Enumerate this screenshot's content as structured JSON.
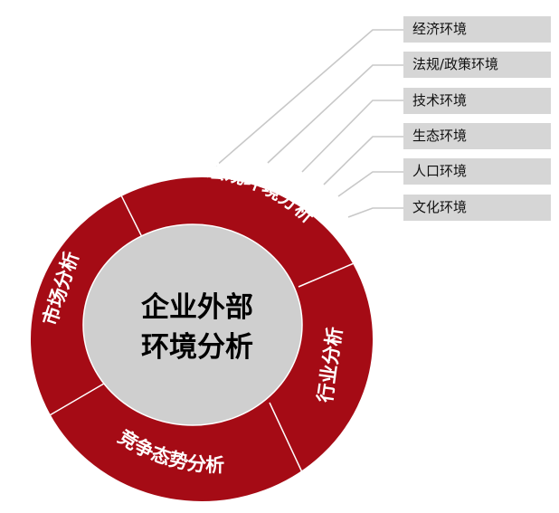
{
  "center": {
    "line1": "企业外部",
    "line2": "环境分析"
  },
  "segments": [
    "宏观环境分析",
    "行业分析",
    "竞争态势分析",
    "市场分析"
  ],
  "macro_factors": [
    "经济环境",
    "法规/政策环境",
    "技术环境",
    "生态环境",
    "人口环境",
    "文化环境"
  ],
  "colors": {
    "ring": "#a50b15",
    "center": "#cfcfcf",
    "factor_box": "#d6d6d6",
    "connector": "#c8c8c8"
  }
}
